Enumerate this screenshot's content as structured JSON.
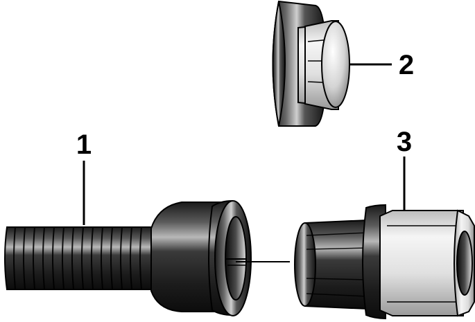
{
  "callouts": [
    {
      "id": "1",
      "label": "1"
    },
    {
      "id": "2",
      "label": "2"
    },
    {
      "id": "3",
      "label": "3"
    }
  ],
  "colors": {
    "dark_metal": "#2a2a2a",
    "light_metal": "#e6e6e6",
    "outline": "#000000",
    "background": "#ffffff"
  }
}
